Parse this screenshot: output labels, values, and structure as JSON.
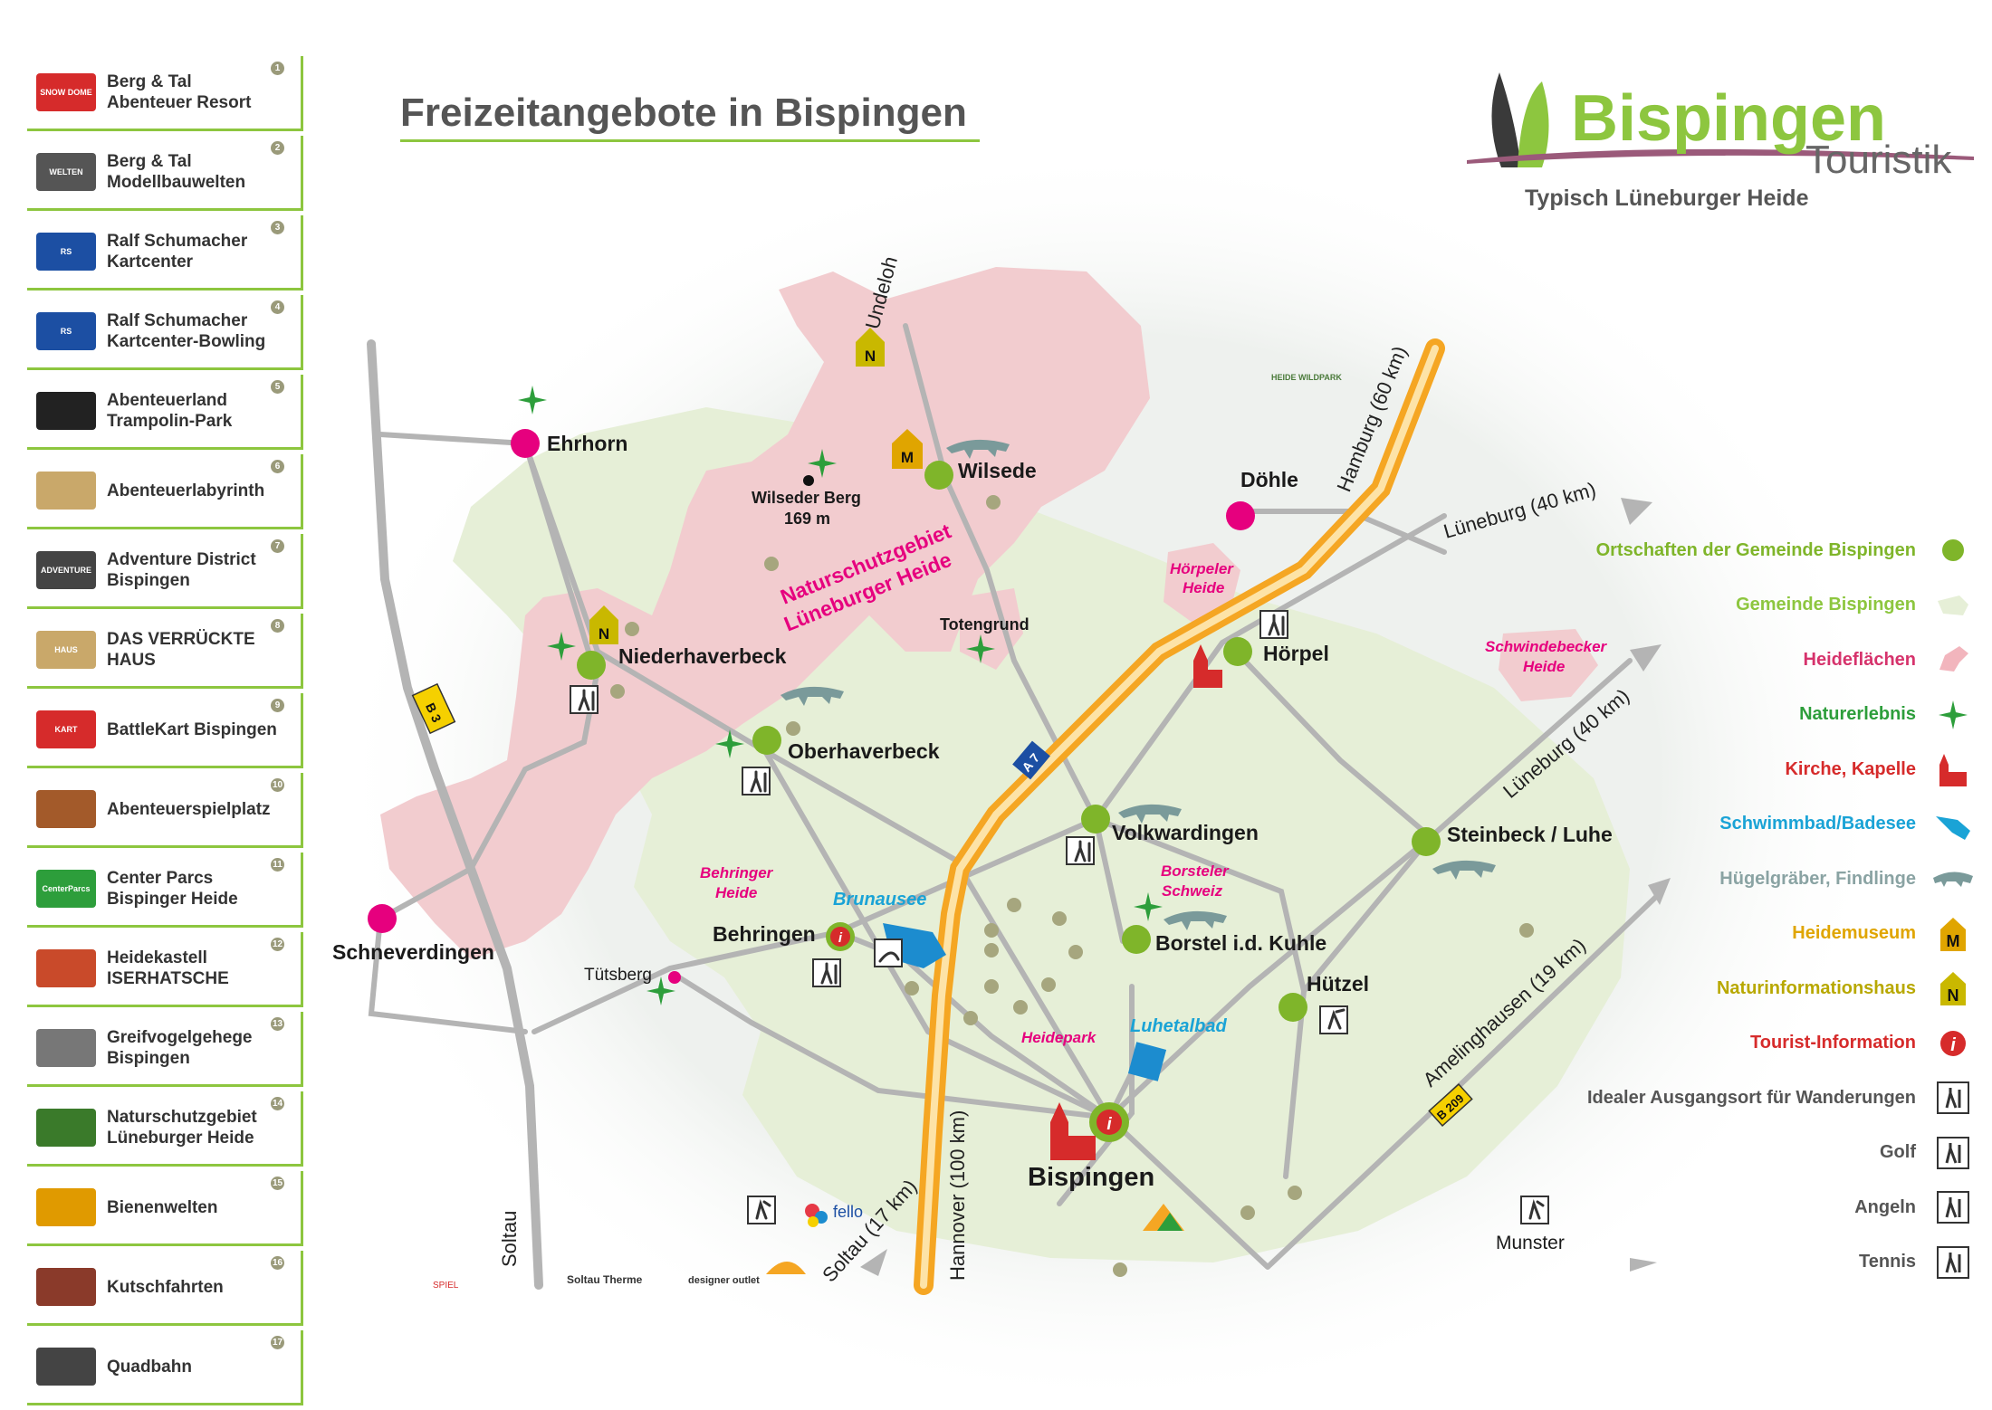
{
  "title": "Freizeitangebote in Bispingen",
  "brand": {
    "name": "Bispingen",
    "sub": "Touristik",
    "tagline": "Typisch Lüneburger Heide",
    "colors": {
      "green": "#8dc63f",
      "gray": "#666666",
      "purple": "#9b5a7a"
    }
  },
  "sidebar": [
    {
      "num": "1",
      "label": "Berg & Tal\nAbenteuer Resort",
      "logo": "SNOW DOME"
    },
    {
      "num": "2",
      "label": "Berg & Tal\nModellbauwelten",
      "logo": "WELTEN"
    },
    {
      "num": "3",
      "label": "Ralf Schumacher\nKartcenter",
      "logo": "RS"
    },
    {
      "num": "4",
      "label": "Ralf Schumacher\nKartcenter-Bowling",
      "logo": "RS"
    },
    {
      "num": "5",
      "label": "Abenteuerland\nTrampolin-Park",
      "logo": ""
    },
    {
      "num": "6",
      "label": "Abenteuerlabyrinth",
      "logo": ""
    },
    {
      "num": "7",
      "label": "Adventure District\nBispingen",
      "logo": "ADVENTURE"
    },
    {
      "num": "8",
      "label": "DAS VERRÜCKTE\nHAUS",
      "logo": "HAUS"
    },
    {
      "num": "9",
      "label": "BattleKart Bispingen",
      "logo": "KART"
    },
    {
      "num": "10",
      "label": "Abenteuerspielplatz",
      "logo": ""
    },
    {
      "num": "11",
      "label": "Center Parcs\nBispinger Heide",
      "logo": "CenterParcs"
    },
    {
      "num": "12",
      "label": "Heidekastell\nISERHATSCHE",
      "logo": ""
    },
    {
      "num": "13",
      "label": "Greifvogelgehege\nBispingen",
      "logo": ""
    },
    {
      "num": "14",
      "label": "Naturschutzgebiet\nLüneburger Heide",
      "logo": ""
    },
    {
      "num": "15",
      "label": "Bienenwelten",
      "logo": ""
    },
    {
      "num": "16",
      "label": "Kutschfahrten",
      "logo": ""
    },
    {
      "num": "17",
      "label": "Quadbahn",
      "logo": ""
    }
  ],
  "legend": [
    {
      "label": "Ortschaften der Gemeinde Bispingen",
      "color": "#7fb52a",
      "icon": "green-dot-icon"
    },
    {
      "label": "Gemeinde Bispingen",
      "color": "#8dc63f",
      "icon": "area-green-icon"
    },
    {
      "label": "Heideflächen",
      "color": "#d6336c",
      "icon": "area-pink-icon"
    },
    {
      "label": "Naturerlebnis",
      "color": "#2d9e3b",
      "icon": "star-icon"
    },
    {
      "label": "Kirche, Kapelle",
      "color": "#d62b2b",
      "icon": "church-icon"
    },
    {
      "label": "Schwimmbad/Badesee",
      "color": "#1aa3d6",
      "icon": "water-icon"
    },
    {
      "label": "Hügelgräber, Findlinge",
      "color": "#8aa3a3",
      "icon": "stones-icon"
    },
    {
      "label": "Heidemuseum",
      "color": "#e0a500",
      "icon": "museum-icon"
    },
    {
      "label": "Naturinformationshaus",
      "color": "#b8a800",
      "icon": "info-house-icon"
    },
    {
      "label": "Tourist-Information",
      "color": "#d62b2b",
      "icon": "tourist-info-icon"
    },
    {
      "label": "Idealer Ausgangsort für Wanderungen",
      "color": "#555555",
      "icon": "hiker-icon"
    },
    {
      "label": "Golf",
      "color": "#555555",
      "icon": "golf-icon"
    },
    {
      "label": "Angeln",
      "color": "#555555",
      "icon": "fishing-icon"
    },
    {
      "label": "Tennis",
      "color": "#555555",
      "icon": "tennis-icon"
    }
  ],
  "towns": {
    "ehrhorn": "Ehrhorn",
    "wilsede": "Wilsede",
    "doehle": "Döhle",
    "niederhaverbeck": "Niederhaverbeck",
    "oberhaverbeck": "Oberhaverbeck",
    "hoerpel": "Hörpel",
    "volkwardingen": "Volkwardingen",
    "steinbeck": "Steinbeck / Luhe",
    "schneverdingen": "Schneverdingen",
    "behringen": "Behringen",
    "borstel": "Borstel i.d. Kuhle",
    "huetzel": "Hützel",
    "bispingen": "Bispingen",
    "tuetsberg": "Tütsberg",
    "munster": "Munster"
  },
  "places": {
    "wilseder_berg": "Wilseder Berg",
    "wilseder_berg_height": "169 m",
    "totengrund": "Totengrund",
    "nsg_line1": "Naturschutzgebiet",
    "nsg_line2": "Lüneburger Heide",
    "hoerpeler1": "Hörpeler",
    "hoerpeler2": "Heide",
    "schwinde1": "Schwindebecker",
    "schwinde2": "Heide",
    "behringer1": "Behringer",
    "behringer2": "Heide",
    "borsteler1": "Borsteler",
    "borsteler2": "Schweiz",
    "brunausee": "Brunausee",
    "luhetalbad": "Luhetalbad",
    "heidepark": "Heidepark"
  },
  "roads": {
    "undeloh": "Undeloh",
    "hamburg": "Hamburg (60 km)",
    "lueneburg1": "Lüneburg (40 km)",
    "lueneburg2": "Lüneburg (40 km)",
    "amelinghausen": "Amelinghausen (19 km)",
    "soltau": "Soltau",
    "soltau17": "Soltau (17 km)",
    "hannover": "Hannover (100 km)",
    "b3": "B 3",
    "a7": "A 7",
    "b209": "B 209"
  },
  "pois": {
    "heide_wildpark": "HEIDE WILDPARK",
    "fello": "fello",
    "soltau_therme": "Soltau Therme",
    "designer_outlet": "designer outlet",
    "spiel": "SPIEL"
  },
  "markers": {
    "museum": "M",
    "info": "N",
    "tourist": "i"
  }
}
